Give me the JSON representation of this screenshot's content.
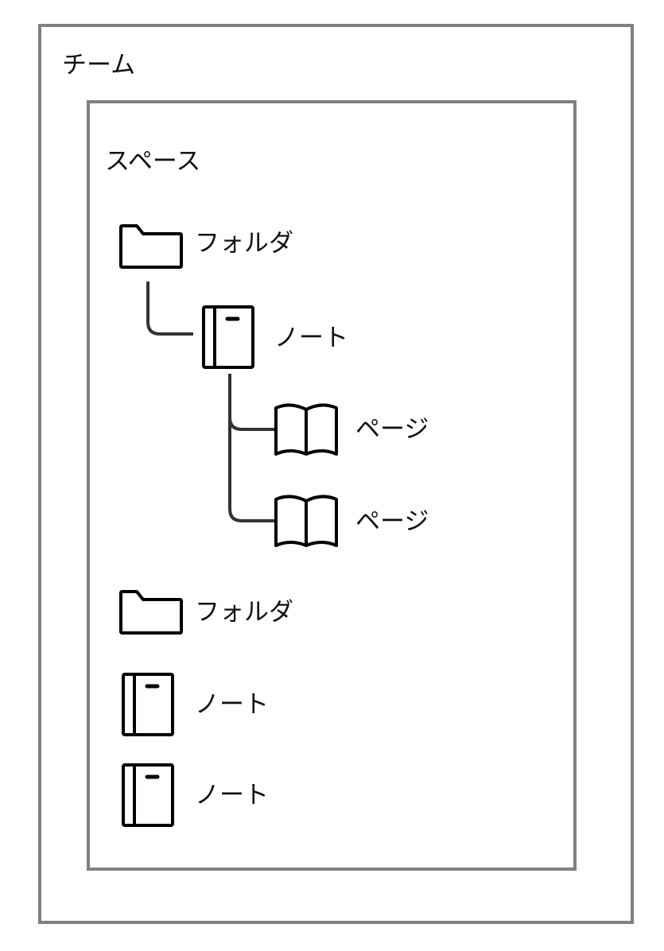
{
  "team": {
    "label": "チーム"
  },
  "space": {
    "label": "スペース"
  },
  "tree": {
    "folder1": {
      "label": "フォルダ",
      "icon": "folder-icon"
    },
    "note1": {
      "label": "ノート",
      "icon": "notebook-icon"
    },
    "page1": {
      "label": "ページ",
      "icon": "open-book-icon"
    },
    "page2": {
      "label": "ページ",
      "icon": "open-book-icon"
    },
    "folder2": {
      "label": "フォルダ",
      "icon": "folder-icon"
    },
    "note2": {
      "label": "ノート",
      "icon": "notebook-icon"
    },
    "note3": {
      "label": "ノート",
      "icon": "notebook-icon"
    }
  }
}
